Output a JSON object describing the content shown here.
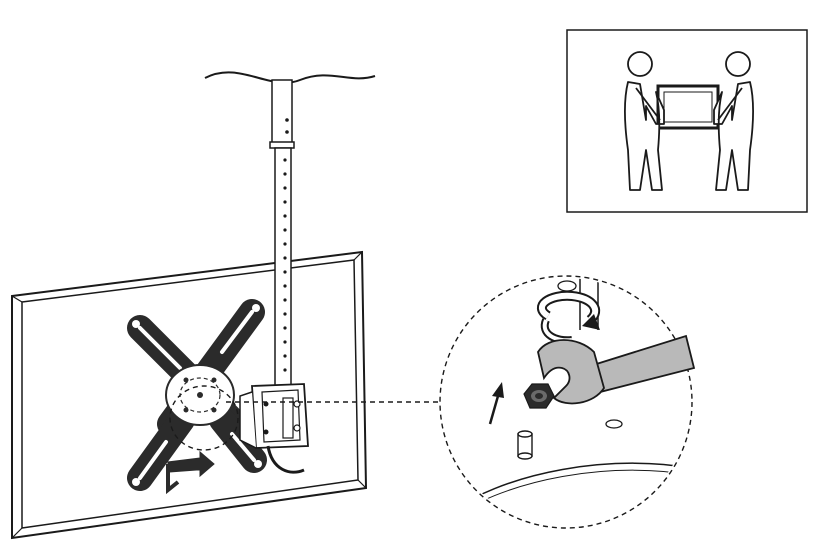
{
  "diagram": {
    "kind": "ceiling-tv-mount-installation-step",
    "panels": [
      {
        "id": "two-person-lift",
        "icon": "two-person-lift-icon"
      },
      {
        "id": "main-assembly",
        "icon": "tv-ceiling-mount-icon"
      },
      {
        "id": "detail-zoom",
        "icon": "wrench-nut-detail-icon"
      }
    ],
    "line_color": "#1a1a1a",
    "fill_color": "#ffffff",
    "wrench_color": "#b9b9b9",
    "plate_color": "#2b2b2b"
  }
}
